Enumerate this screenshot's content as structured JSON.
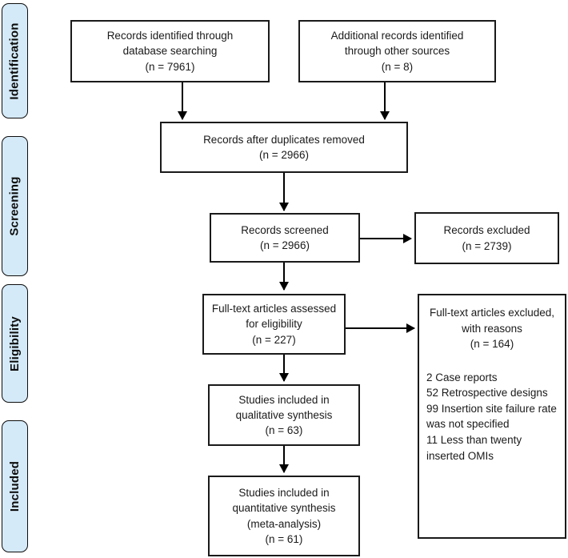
{
  "sidebar": {
    "stages": [
      {
        "label": "Identification"
      },
      {
        "label": "Screening"
      },
      {
        "label": "Eligibility"
      },
      {
        "label": "Included"
      }
    ],
    "chip_fill_color": "#d5eaf8",
    "chip_border_color": "#0d0d0d"
  },
  "boxes": {
    "records_identified": {
      "text": "Records identified through\ndatabase searching\n(n = 7961)"
    },
    "additional_records": {
      "text": "Additional records identified\nthrough other sources\n(n = 8)"
    },
    "duplicates_removed": {
      "text": "Records after duplicates removed\n(n = 2966)"
    },
    "records_screened": {
      "text": "Records screened\n(n = 2966)"
    },
    "records_excluded": {
      "text": "Records excluded\n(n = 2739)"
    },
    "fulltext_assessed": {
      "text": "Full-text articles assessed\nfor eligibility\n(n = 227)"
    },
    "fulltext_excluded": {
      "heading": "Full-text articles excluded,\nwith reasons\n(n = 164)",
      "reasons": [
        "2 Case reports",
        "52 Retrospective designs",
        "99 Insertion site failure rate was not specified",
        "11 Less than twenty inserted OMIs"
      ]
    },
    "qualitative": {
      "text": "Studies included in\nqualitative synthesis\n(n = 63)"
    },
    "quantitative": {
      "text": "Studies included in\nquantitative synthesis\n(meta-analysis)\n(n = 61)"
    }
  },
  "counts": {
    "identified_database": 7961,
    "identified_other_sources": 8,
    "after_duplicates_removed": 2966,
    "screened": 2966,
    "excluded": 2739,
    "fulltext_assessed": 227,
    "fulltext_excluded": 164,
    "qualitative_synthesis": 63,
    "quantitative_synthesis": 61
  }
}
